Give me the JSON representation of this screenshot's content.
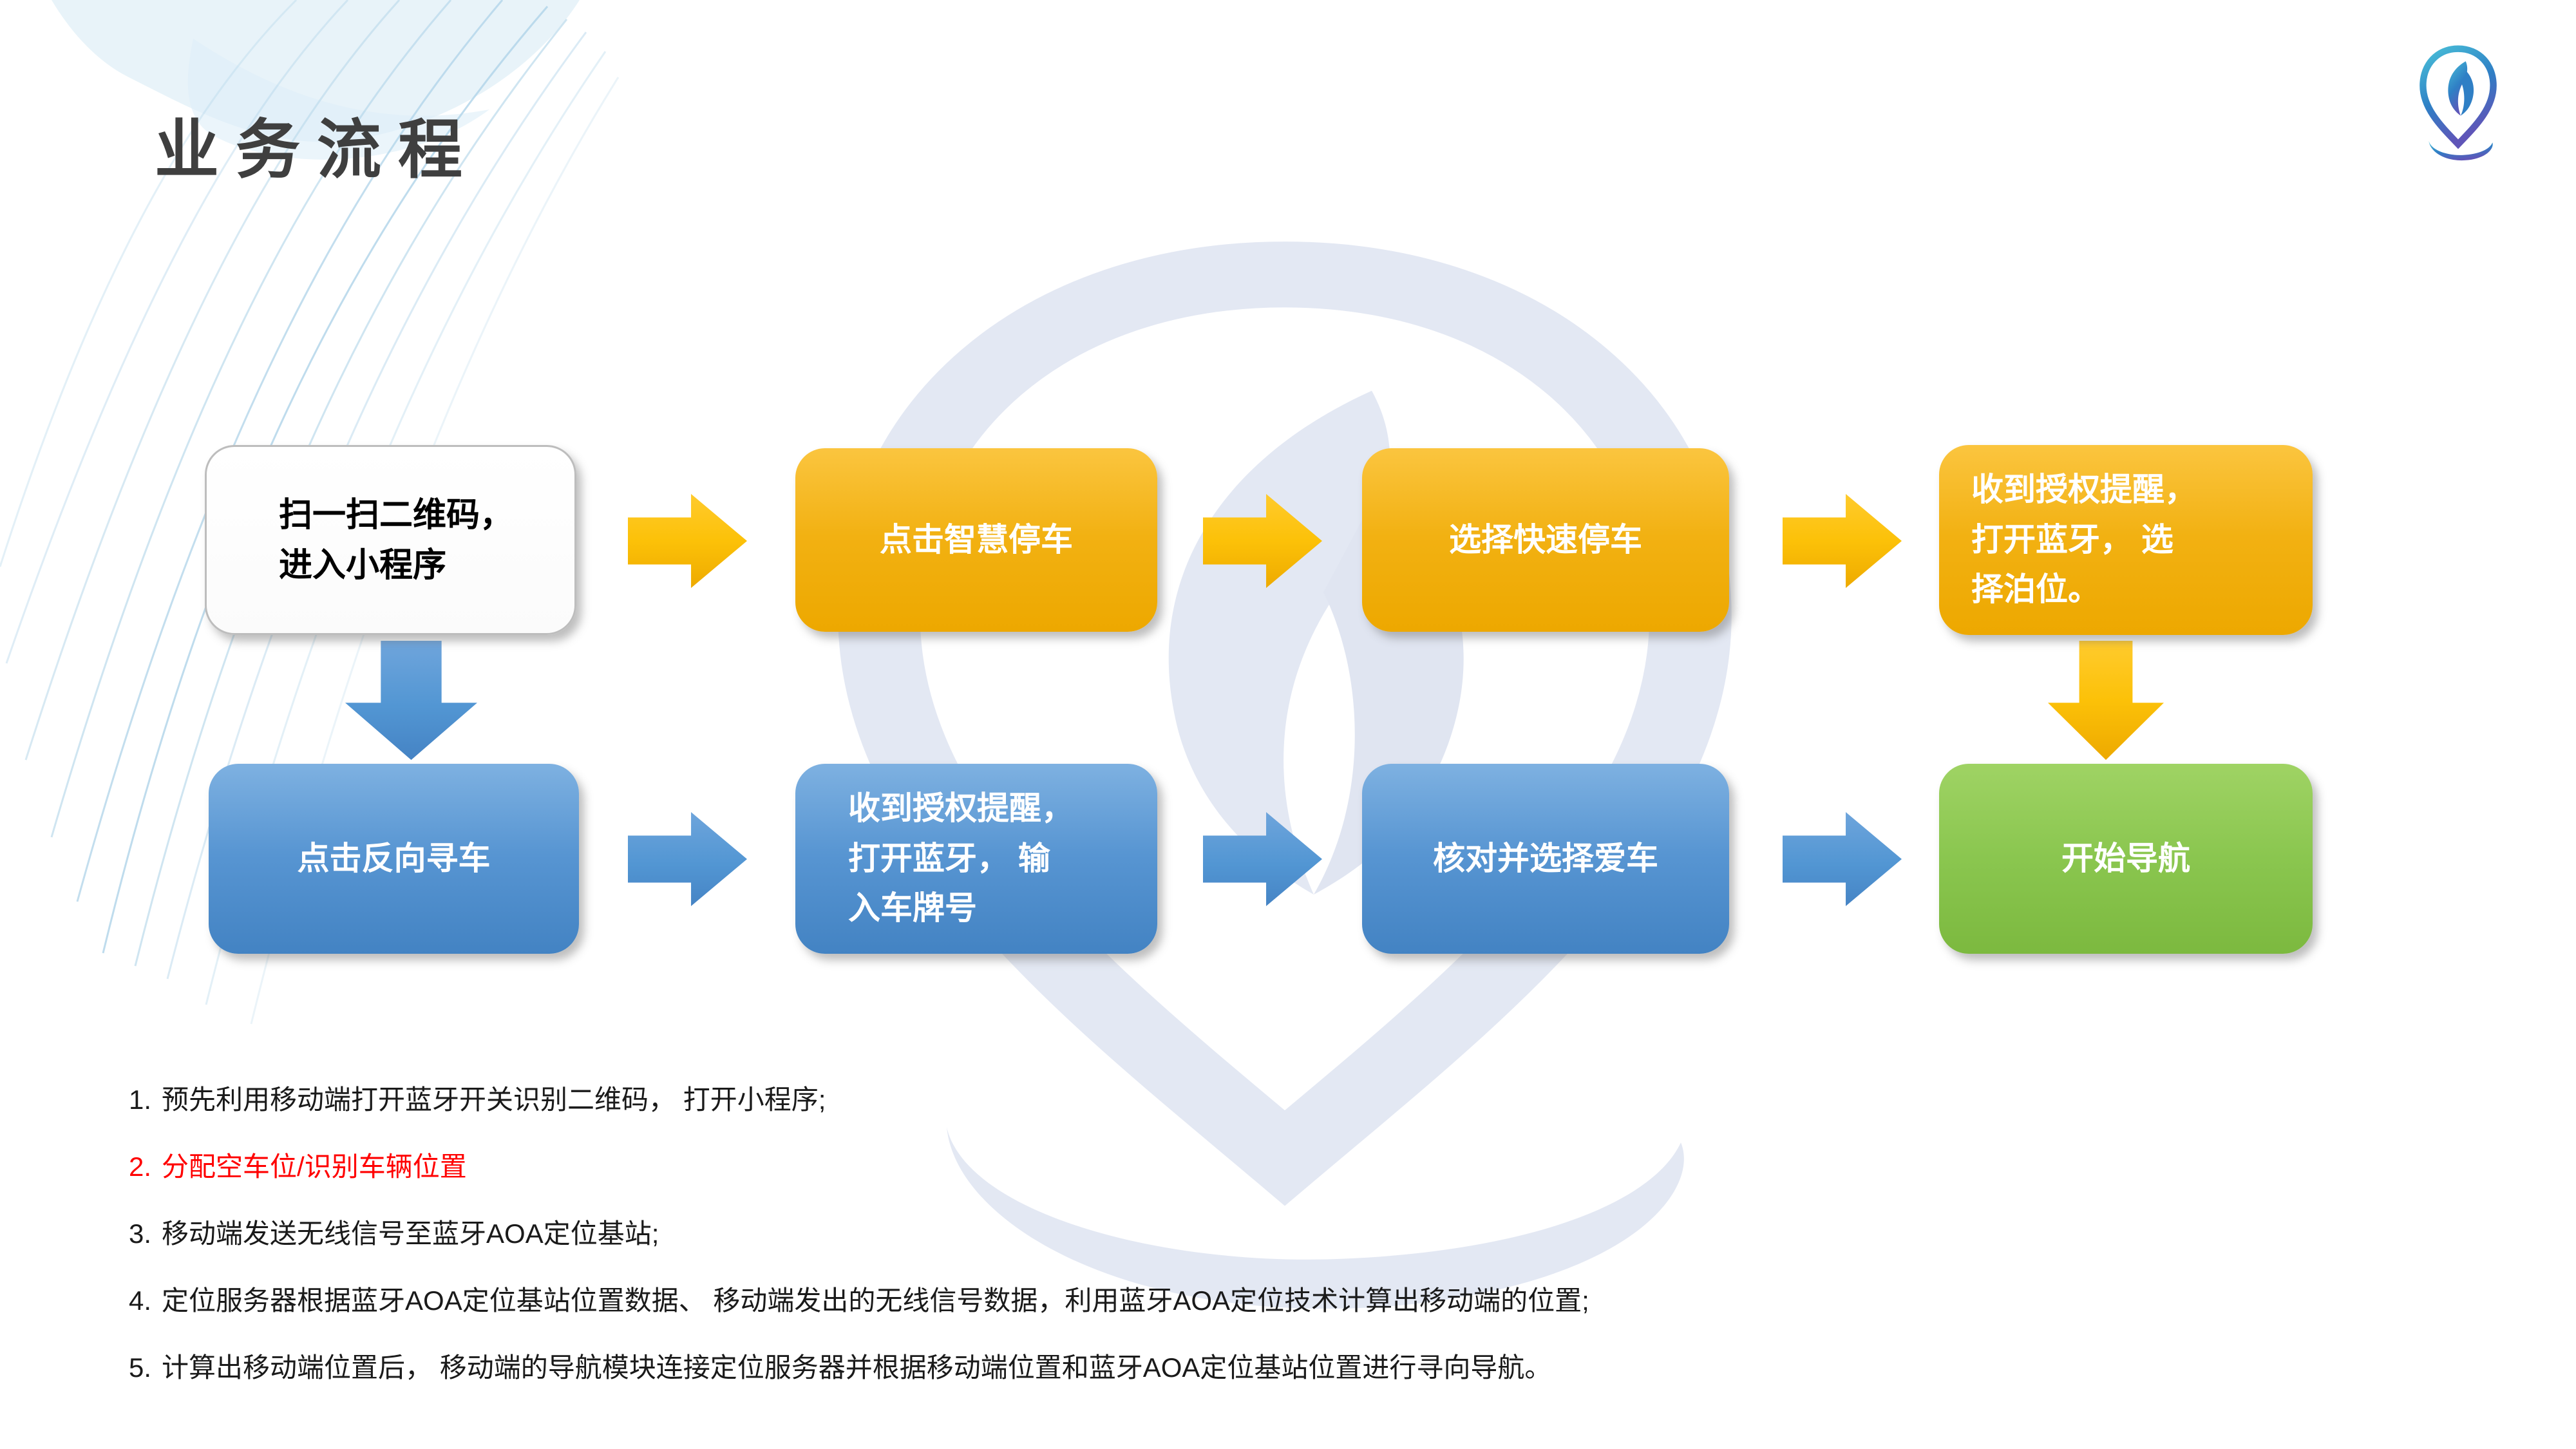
{
  "slide": {
    "title": "业务流程"
  },
  "flow": {
    "row1": [
      {
        "label": "扫一扫二维码，\n进入小程序",
        "style": "white"
      },
      {
        "label": "点击智慧停车",
        "style": "yellow"
      },
      {
        "label": "选择快速停车",
        "style": "yellow"
      },
      {
        "label": "收到授权提醒，\n打开蓝牙， 选\n择泊位。",
        "style": "yellow"
      }
    ],
    "row2": [
      {
        "label": "点击反向寻车",
        "style": "blue"
      },
      {
        "label": "收到授权提醒，\n打开蓝牙， 输\n入车牌号",
        "style": "blue"
      },
      {
        "label": "核对并选择爱车",
        "style": "blue"
      },
      {
        "label": "开始导航",
        "style": "green"
      }
    ]
  },
  "notes": [
    {
      "number": "1.",
      "text": "预先利用移动端打开蓝牙开关识别二维码， 打开小程序;",
      "color": "#1A1A1A"
    },
    {
      "number": "2.",
      "text": "分配空车位/识别车辆位置",
      "color": "#FF0000"
    },
    {
      "number": "3.",
      "text": "移动端发送无线信号至蓝牙AOA定位基站;",
      "color": "#1A1A1A"
    },
    {
      "number": "4.",
      "text": "定位服务器根据蓝牙AOA定位基站位置数据、 移动端发出的无线信号数据，利用蓝牙AOA定位技术计算出移动端的位置;",
      "color": "#1A1A1A"
    },
    {
      "number": "5.",
      "text": "计算出移动端位置后， 移动端的导航模块连接定位服务器并根据移动端位置和蓝牙AOA定位基站位置进行寻向导航。",
      "color": "#1A1A1A"
    }
  ],
  "icons": {
    "logo": "location-pin-swallow-logo",
    "watermark": "location-pin-swallow-watermark"
  },
  "colors": {
    "title": "#3F3F3F",
    "note_text": "#1A1A1A",
    "note_highlight": "#FF0000",
    "yellow_box": "#F2B112",
    "yellow_box_light": "#FBC53F",
    "yellow_box_dark": "#EDA800",
    "blue_box": "#5795D2",
    "blue_box_light": "#7EB1E1",
    "blue_box_dark": "#4383C3",
    "green_box": "#8AC64F",
    "green_box_light": "#9FD364",
    "green_box_dark": "#7CB93F",
    "arrow_yellow": "#FCC108",
    "arrow_blue": "#5296D3",
    "white_box_border": "#BDBDBD",
    "watermark": "#C9D2E8",
    "decor_wave": "#BFDCEE"
  }
}
